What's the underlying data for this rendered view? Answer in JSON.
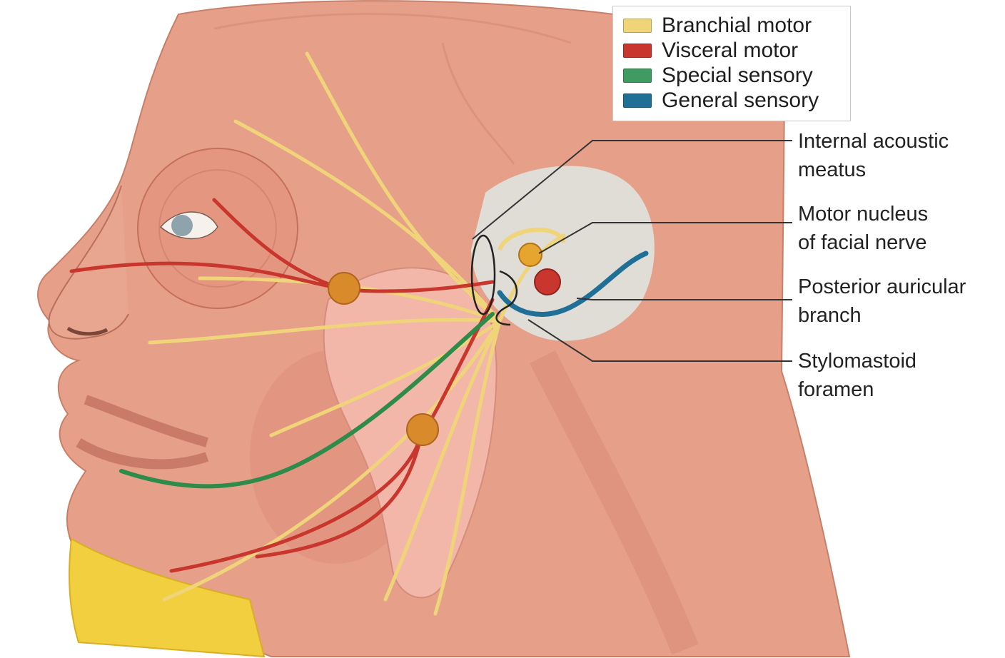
{
  "legend": {
    "items": [
      {
        "label": "Branchial motor",
        "color": "#f0d47a"
      },
      {
        "label": "Visceral motor",
        "color": "#c8362e"
      },
      {
        "label": "Special sensory",
        "color": "#3f9b61"
      },
      {
        "label": "General sensory",
        "color": "#1f6f97"
      }
    ]
  },
  "labels": {
    "internal_acoustic_meatus": {
      "line1": "Internal acoustic",
      "line2": "meatus"
    },
    "motor_nucleus": {
      "line1": "Motor nucleus",
      "line2": "of facial nerve"
    },
    "posterior_auricular": {
      "line1": "Posterior auricular",
      "line2": "branch"
    },
    "stylomastoid": {
      "line1": "Stylomastoid",
      "line2": "foramen"
    }
  },
  "colors": {
    "skin_muscle": "#e8a58f",
    "muscle_dark": "#d9826d",
    "parotid_gland": "#f2b7a8",
    "fat_pad": "#f1cf3e",
    "pale_region": "#dfe6e6",
    "eye_iris": "#8fa3ad",
    "ganglion": "#d98a2a"
  }
}
